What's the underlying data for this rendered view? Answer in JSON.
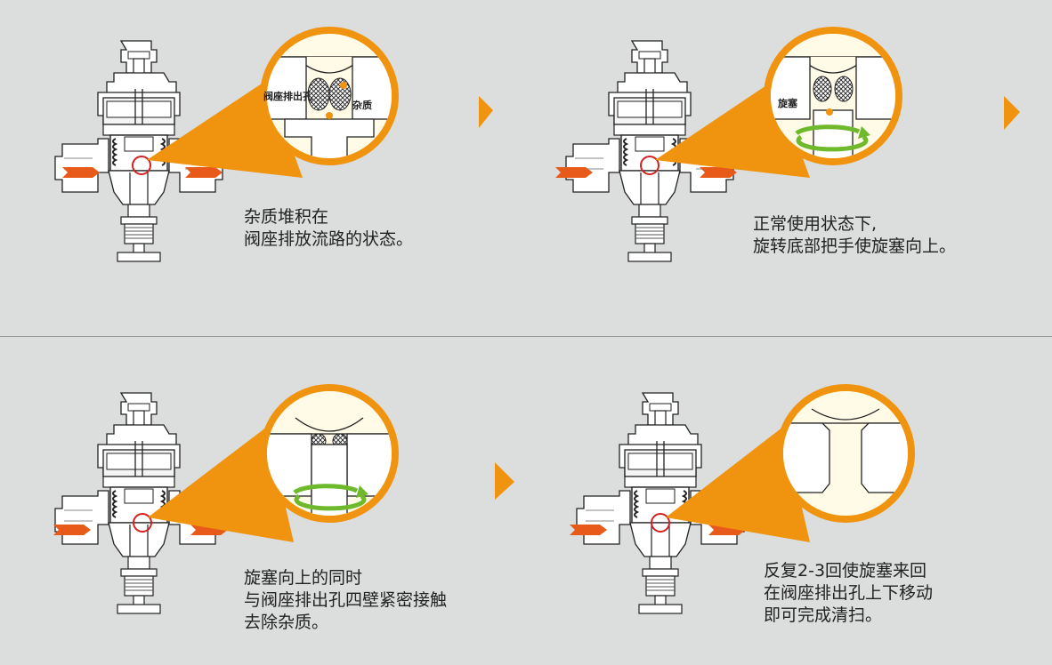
{
  "panels": [
    {
      "lines": [
        "杂质堆积在",
        "阀座排放流路的状态。"
      ],
      "callouts": [
        "阀座排出孔",
        "杂质"
      ]
    },
    {
      "lines": [
        "正常使用状态下,",
        "旋转底部把手使旋塞向上。"
      ],
      "callouts": [
        "旋塞"
      ]
    },
    {
      "lines": [
        "旋塞向上的同时",
        "与阀座排出孔四壁紧密接触",
        "去除杂质。"
      ],
      "callouts": []
    },
    {
      "lines": [
        "反复2-3回使旋塞来回",
        "在阀座排出孔上下移动",
        "即可完成清扫。"
      ],
      "callouts": []
    }
  ],
  "colors": {
    "background": "#dcdddd",
    "accent_orange": "#f0930f",
    "flow_arrow": "#e85a19",
    "highlight_red": "#d42020",
    "rotate_green": "#6fb92c"
  },
  "icons": [
    "next-step-arrow-icon",
    "rotate-arrow-icon",
    "flow-arrow-icon"
  ]
}
